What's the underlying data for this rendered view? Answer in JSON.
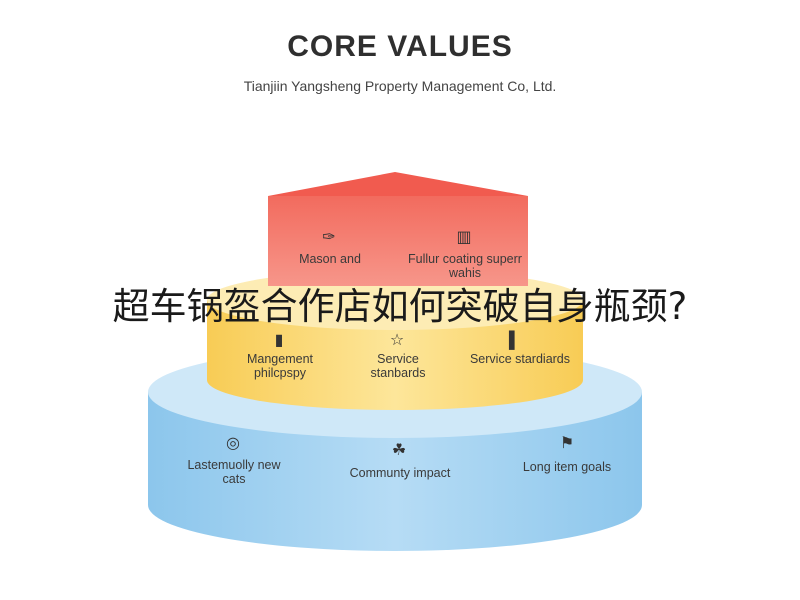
{
  "header": {
    "title": "CORE VALUES",
    "subtitle": "Tianjiin Yangsheng Property Management Co, Ltd."
  },
  "overlay": {
    "headline": "超车锅盔合作店如何突破自身瓶颈?"
  },
  "tiers": {
    "top": {
      "color": "#f47b6e",
      "items": [
        {
          "label": "Mason and",
          "icon": "leaf-icon"
        },
        {
          "label": "Fullur coating superr wahis",
          "icon": "building-icon"
        }
      ]
    },
    "middle": {
      "color": "#fde28a",
      "items": [
        {
          "label": "Mangement philcpspy",
          "icon": "chart-icon"
        },
        {
          "label": "Service stanbards",
          "icon": "star-icon"
        },
        {
          "label": "Service stardiards",
          "icon": "bar-chart-icon"
        }
      ]
    },
    "bottom": {
      "color": "#a8d4f2",
      "items": [
        {
          "label": "Lastemuolly new cats",
          "icon": "globe-icon"
        },
        {
          "label": "Communty impact",
          "icon": "handshake-icon"
        },
        {
          "label": "Long item goals",
          "icon": "trophy-icon"
        }
      ]
    }
  }
}
